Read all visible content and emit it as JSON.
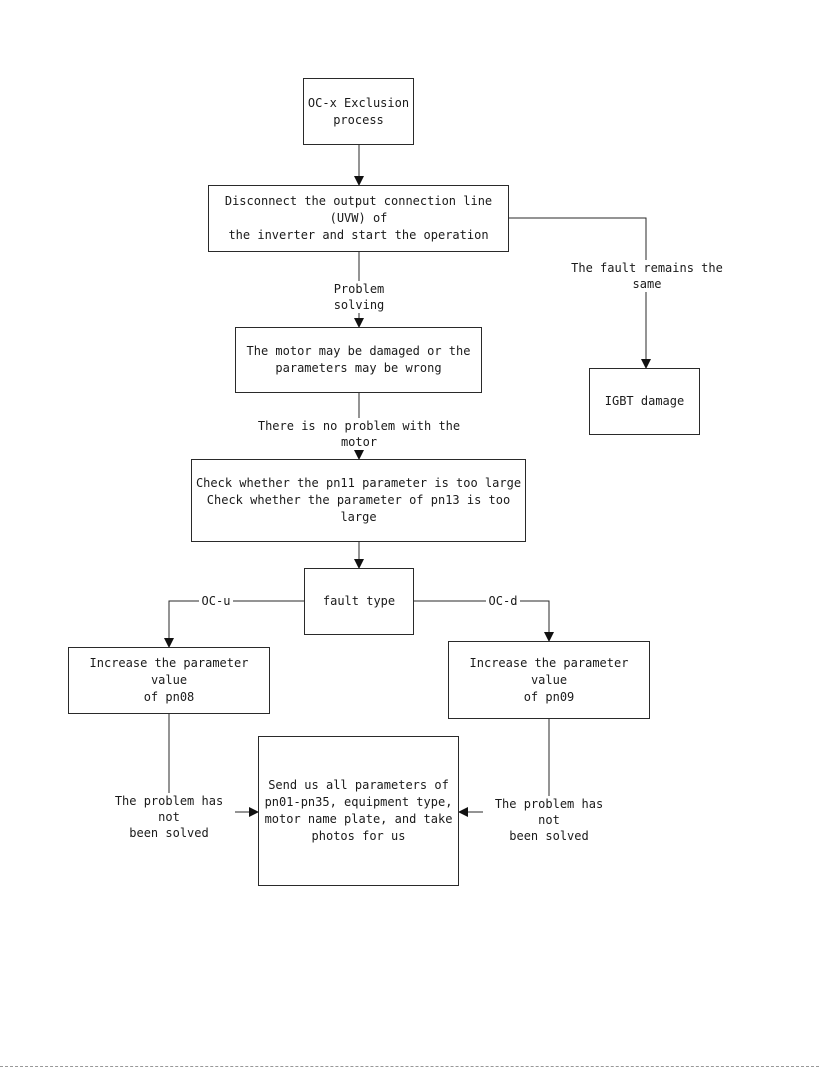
{
  "nodes": {
    "start": "OC-x Exclusion\nprocess",
    "disconnect": "Disconnect the output connection line (UVW) of\nthe inverter and start the operation",
    "motor": "The motor may be damaged or the\nparameters may be wrong",
    "igbt": "IGBT damage",
    "check": "Check whether the pn11 parameter is too large\nCheck whether the parameter of pn13 is too large",
    "fault_type": "fault type",
    "pn08": "Increase the parameter value\nof pn08",
    "pn09": "Increase the parameter value\nof pn09",
    "send": "Send us all parameters of\npn01-pn35, equipment type,\nmotor name plate, and take\nphotos for us"
  },
  "edges": {
    "problem_solving": "Problem solving",
    "fault_same": "The fault remains the same",
    "no_problem_motor": "There is no problem with the motor",
    "oc_u": "OC-u",
    "oc_d": "OC-d",
    "not_solved_left": "The problem has not\nbeen solved",
    "not_solved_right": "The problem has not\nbeen solved"
  }
}
